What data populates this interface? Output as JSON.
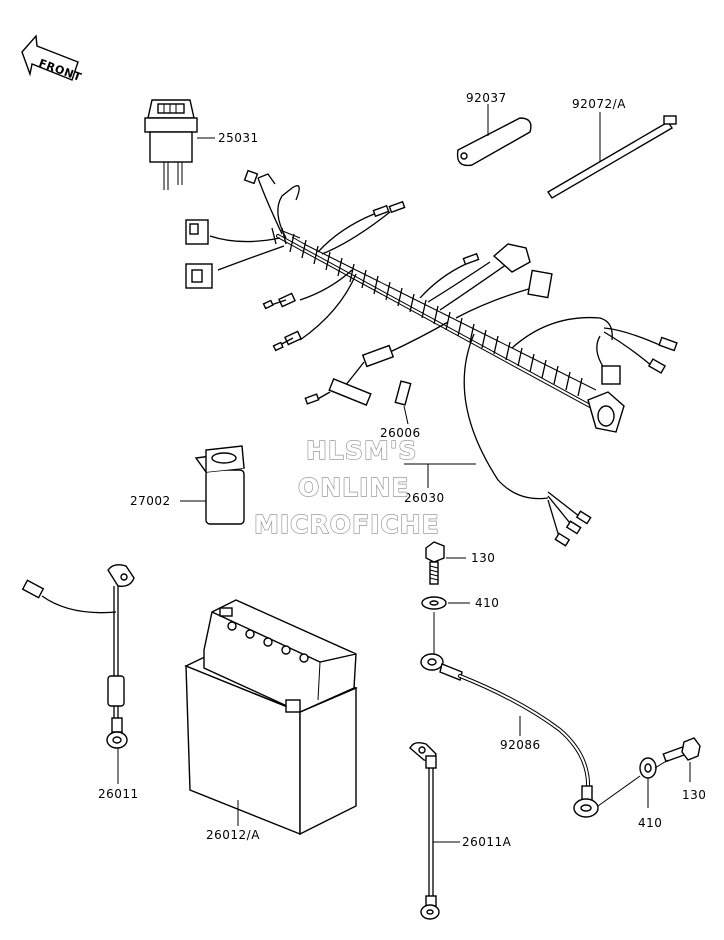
{
  "front_arrow": {
    "label": "FRONT"
  },
  "watermark": {
    "line1": "HLSM'S",
    "line2": "ONLINE",
    "line3": "MICROFICHE"
  },
  "parts": {
    "p25031": "25031",
    "p92037": "92037",
    "p92072a": "92072/A",
    "p26006": "26006",
    "p26030": "26030",
    "p27002": "27002",
    "p130a": "130",
    "p410a": "410",
    "p92086": "92086",
    "p130b": "130",
    "p410b": "410",
    "p26011": "26011",
    "p26012a": "26012/A",
    "p26011a": "26011A"
  }
}
